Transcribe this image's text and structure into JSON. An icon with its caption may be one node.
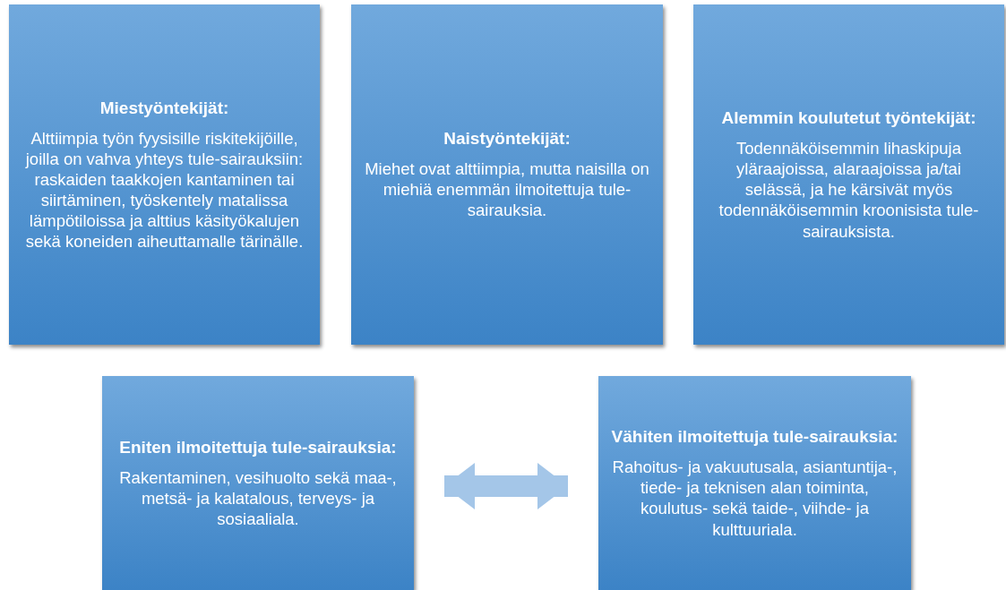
{
  "diagram": {
    "nodes": [
      {
        "text": [
          "Miestyöntekijät:",
          "Alttiimpia työn fyysisille riskitekijöille, joilla on vahva yhteys tule-sairauksiin: raskaiden taakkojen kantaminen tai siirtäminen, työskentely matalissa lämpötiloissa ja alttius käsityökalujen sekä koneiden aiheuttamalle tärinälle."
        ]
      },
      {
        "text": [
          "Naistyöntekijät:",
          "Miehet ovat alttiimpia, mutta naisilla on miehiä enemmän ilmoitettuja tule-sairauksia."
        ]
      },
      {
        "text": [
          "Alemmin koulutetut työntekijät:",
          "Todennäköisemmin lihaskipuja yläraajoissa, alaraajoissa ja/tai selässä, ja he kärsivät myös todennäköisemmin kroonisista tule-sairauksista."
        ]
      },
      {
        "text": [
          "Eniten ilmoitettuja tule-sairauksia:",
          "Rakentaminen, vesihuolto sekä maa-, metsä- ja kalatalous, terveys- ja sosiaaliala."
        ]
      },
      {
        "text": [
          "Vähiten ilmoitettuja tule-sairauksia:",
          "Rahoitus- ja vakuutusala, asiantuntija-, tiede- ja teknisen alan toiminta, koulutus- sekä taide-, viihde- ja kulttuuriala."
        ]
      }
    ],
    "edges": [
      {
        "from": 3,
        "to": 4,
        "arrow": "both"
      }
    ]
  }
}
